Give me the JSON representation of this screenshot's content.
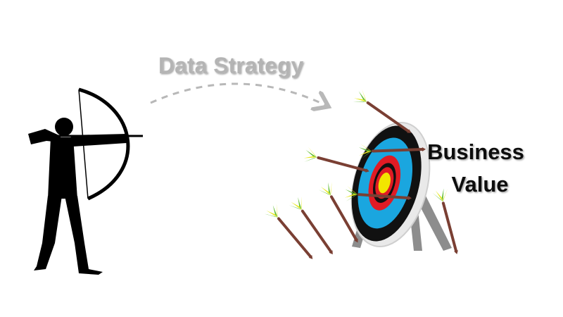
{
  "diagram": {
    "strategy_label": "Data Strategy",
    "value_label_line1": "Business",
    "value_label_line2": "Value"
  },
  "icons": {
    "archer": "archer-silhouette-icon",
    "target": "archery-target-icon",
    "arrow": "arrow-icon"
  },
  "colors": {
    "strategy_text": "#b4b4b4",
    "dashed_path": "#b8b8b8",
    "value_text": "#111111",
    "silhouette": "#000000",
    "fletching_yellow": "#e6e81f",
    "fletching_green": "#5dbb2e",
    "arrow_shaft": "#7a3f33",
    "ring_black": "#111111",
    "ring_blue": "#1aa6df",
    "ring_red": "#e01b24",
    "ring_yellow": "#f2e600",
    "stand": "#8d8d8d"
  }
}
